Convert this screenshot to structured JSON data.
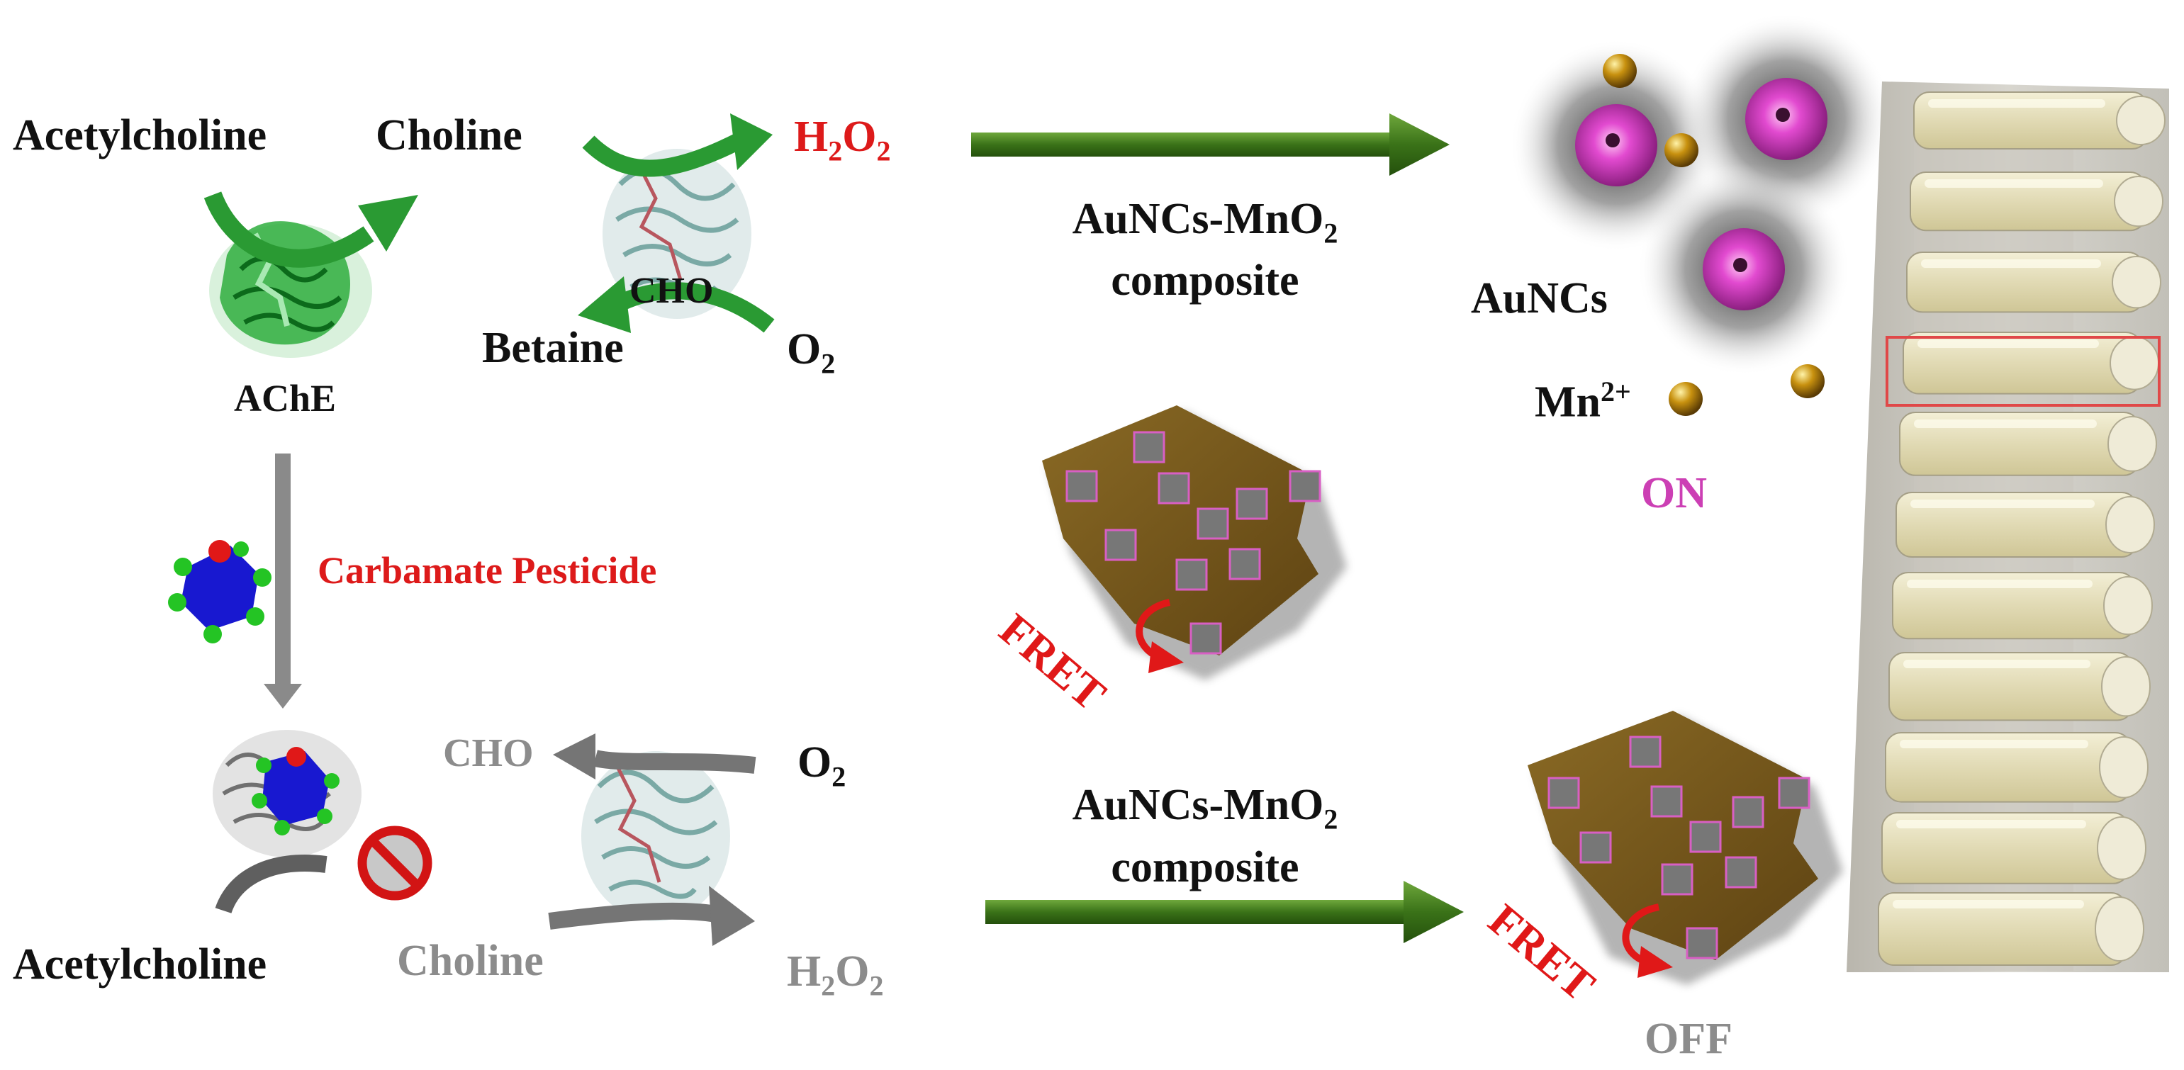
{
  "colors": {
    "red": "#dd1a1a",
    "magenta": "#cc3fb4",
    "gray": "#8c8c8c",
    "arrow_green": "#3f7a1c",
    "arrow_gray": "#8a8a8a",
    "protein_green": "#27a33a",
    "sheet_brown": "#7a5a1c",
    "mn_gold": "#b8860b"
  },
  "top": {
    "acetylcholine": "Acetylcholine",
    "choline": "Choline",
    "h2o2": "H",
    "h2o2_sub": "2",
    "h2o2_o": "O",
    "h2o2_sub2": "2",
    "cho": "CHO",
    "betaine": "Betaine",
    "o2": "O",
    "o2_sub": "2",
    "ache": "AChE"
  },
  "composite_top": {
    "line1": "AuNCs-MnO",
    "line1_sub": "2",
    "line2": "composite"
  },
  "products": {
    "aunc": "AuNCs",
    "mn": "Mn",
    "mn_sup": "2+",
    "on": "ON"
  },
  "inhibitor": {
    "label": "Carbamate Pesticide"
  },
  "sheet": {
    "fret": "FRET"
  },
  "bottom": {
    "cho": "CHO",
    "o2": "O",
    "o2_sub": "2",
    "acetylcholine": "Acetylcholine",
    "choline": "Choline",
    "h2o2": "H",
    "h2o2_sub": "2",
    "h2o2_o": "O",
    "h2o2_sub2": "2"
  },
  "composite_bottom": {
    "line1": "AuNCs-MnO",
    "line1_sub": "2",
    "line2": "composite"
  },
  "bottom_sheet": {
    "fret": "FRET",
    "off": "OFF"
  }
}
